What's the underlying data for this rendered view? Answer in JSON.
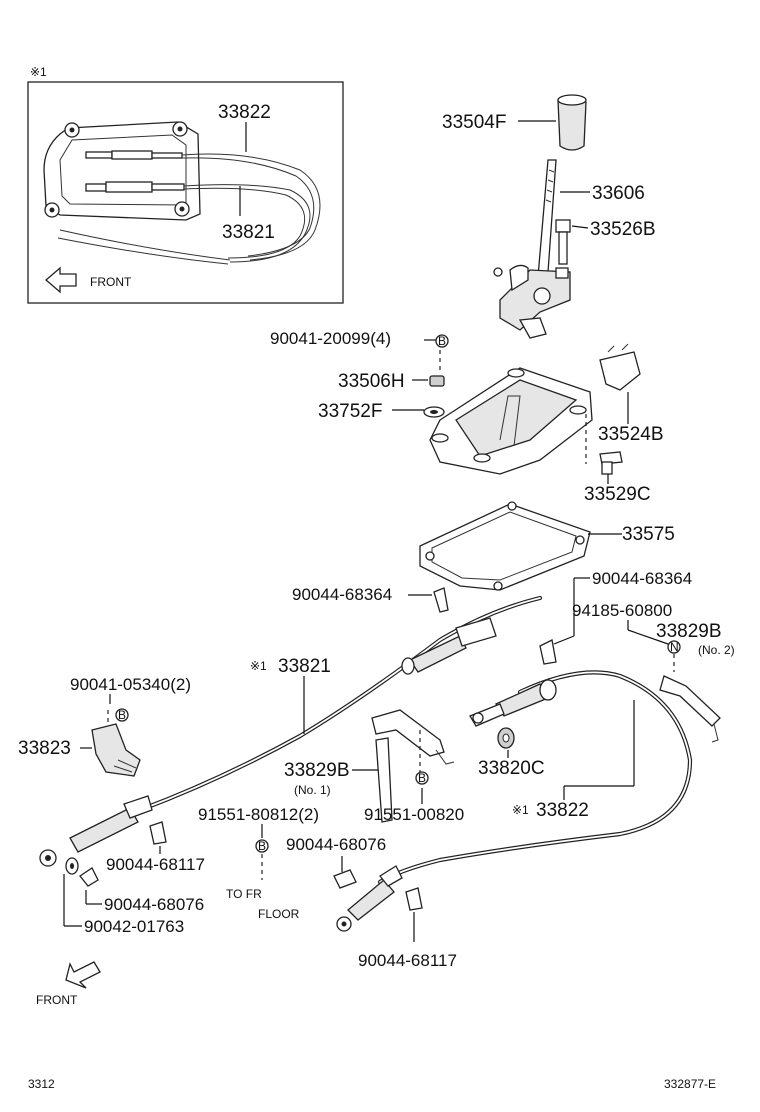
{
  "inset": {
    "marker": "※1",
    "labels": {
      "cable_upper": "33822",
      "cable_lower": "33821"
    },
    "front_label": "FRONT"
  },
  "parts": {
    "knob": "33504F",
    "lever": "33606",
    "lever_bolt": "33526B",
    "bolt_housing": "90041-20099(4)",
    "bushing": "33506H",
    "washer": "33752F",
    "bracket_right": "33524B",
    "bolt_right": "33529C",
    "gasket": "33575",
    "clip_left": "90044-68364",
    "clip_right": "90044-68364",
    "plug_n": "94185-60800",
    "cable_bracket_no2": "33829B",
    "no2": "(No. 2)",
    "cable_33821_marker": "※1",
    "cable_33821": "33821",
    "bolt_bracket_left": "90041-05340(2)",
    "bracket_left": "33823",
    "cable_bracket_no1": "33829B",
    "no1": "(No. 1)",
    "bushing_c": "33820C",
    "bolt_floor": "91551-80812(2)",
    "bolt_bracket": "91551-00820",
    "cable_33822_marker": "※1",
    "cable_33822": "33822",
    "clip_left_lower": "90044-68117",
    "pin_left": "90044-68076",
    "washer_left": "90042-01763",
    "pin_right": "90044-68076",
    "clip_right_lower": "90044-68117",
    "to_fr_1": "TO FR",
    "to_fr_2": "FLOOR"
  },
  "refs": {
    "b": "B",
    "n": "N"
  },
  "front_bottom": "FRONT",
  "footer": {
    "page": "3312",
    "code": "332877-E"
  }
}
